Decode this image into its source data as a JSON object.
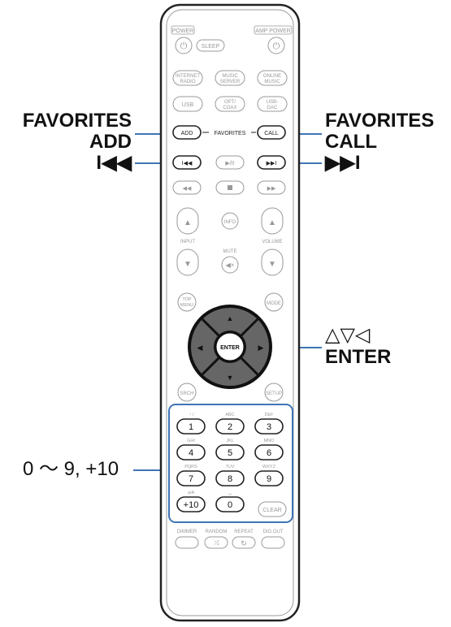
{
  "callouts": {
    "favorites_add": [
      "FAVORITES",
      "ADD"
    ],
    "prev": "I◀◀",
    "favorites_call": [
      "FAVORITES",
      "CALL"
    ],
    "next": "▶▶I",
    "nav_arrows": "△▽◁",
    "enter": "ENTER",
    "numbers": "0 ～ 9, +10"
  },
  "remote": {
    "power_label": "POWER",
    "amp_power_label": "AMP POWER",
    "sleep_label": "SLEEP",
    "internet_radio_label": [
      "INTERNET",
      "RADIO"
    ],
    "music_server_label": [
      "MUSIC",
      "SERVER"
    ],
    "online_music_label": [
      "ONLINE",
      "MUSIC"
    ],
    "usb_label": "USB",
    "opt_coax_label": [
      "OPT/",
      "COAX"
    ],
    "usb_dac_label": [
      "USB-",
      "DAC"
    ],
    "add_label": "ADD",
    "favorites_label": "FAVORITES",
    "call_label": "CALL",
    "info_label": "INFO",
    "input_label": "INPUT",
    "mute_label": "MUTE",
    "volume_label": "VOLUME",
    "top_menu_label": [
      "TOP",
      "MENU"
    ],
    "mode_label": "MODE",
    "enter_label": "ENTER",
    "search_label": "SRCH",
    "setup_label": "SETUP",
    "clear_label": "CLEAR",
    "dimmer_label": "DIMMER",
    "random_label": "RANDOM",
    "repeat_label": "REPEAT",
    "dig_out_label": "DIG.OUT",
    "keys": [
      {
        "num": "1",
        "sub": "・/"
      },
      {
        "num": "2",
        "sub": "ABC"
      },
      {
        "num": "3",
        "sub": "DEF"
      },
      {
        "num": "4",
        "sub": "GHI"
      },
      {
        "num": "5",
        "sub": "JKL"
      },
      {
        "num": "6",
        "sub": "MNO"
      },
      {
        "num": "7",
        "sub": "PQRS"
      },
      {
        "num": "8",
        "sub": "TUV"
      },
      {
        "num": "9",
        "sub": "WXYZ"
      },
      {
        "num": "+10",
        "sub": "a/A"
      },
      {
        "num": "0",
        "sub": "␣"
      }
    ]
  },
  "colors": {
    "accent": "#3f74b5",
    "body": "#ffffff",
    "outline": "#222222"
  }
}
